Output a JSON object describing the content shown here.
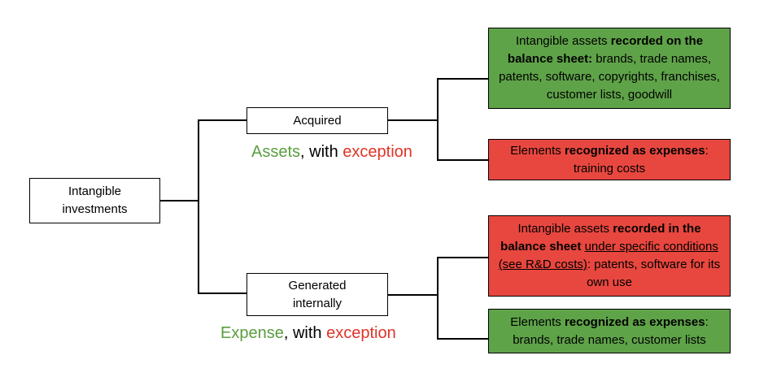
{
  "root": {
    "line1": "Intangible",
    "line2": "investments"
  },
  "acquired": {
    "label": "Acquired",
    "caption": {
      "word1": "Assets",
      "mid": ", with ",
      "word2": "exception"
    },
    "box_assets": {
      "t1": "Intangible assets ",
      "b1": "recorded on the",
      "b2": "balance sheet:",
      "t2": " brands, trade names, patents, software, copyrights, franchises, customer lists, goodwill"
    },
    "box_expenses": {
      "t1": "Elements ",
      "b1": "recognized as expenses",
      "t2": ": training costs"
    }
  },
  "generated": {
    "label_line1": "Generated",
    "label_line2": "internally",
    "caption": {
      "word1": "Expense",
      "mid": ", with ",
      "word2": "exception"
    },
    "box_assets": {
      "t1": "Intangible assets ",
      "b1": "recorded in the balance sheet",
      "t_space": " ",
      "u1": "under specific conditions (see R&D costs)",
      "t2": ": patents, software for its own use"
    },
    "box_expenses": {
      "t1": "Elements ",
      "b1": "recognized as expenses",
      "t2": ": brands, trade names, customer lists"
    }
  },
  "colors": {
    "green_box": "#5fa349",
    "red_box": "#e8473f",
    "green_text": "#5a9e3f",
    "red_text": "#e03428"
  }
}
